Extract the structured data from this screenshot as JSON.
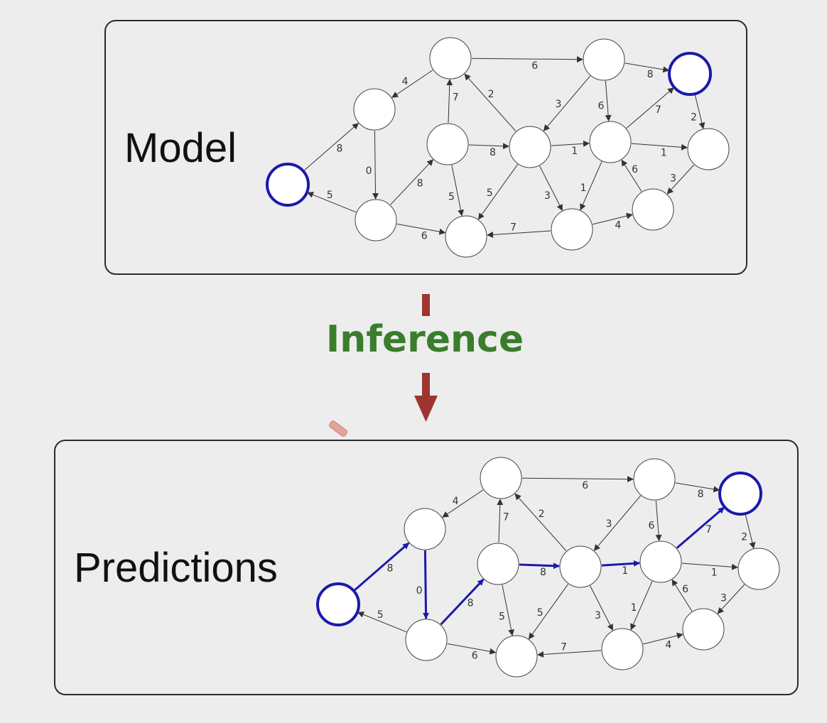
{
  "panels": {
    "model_title": "Model",
    "predictions_title": "Predictions"
  },
  "inference_label": "Inference",
  "colors": {
    "highlight": "#1a1aaa",
    "node_stroke": "#444444",
    "edge": "#333333",
    "inference_text": "#3a7d2c",
    "flow_arrow": "#9e3530"
  },
  "graph": {
    "nodes": [
      {
        "id": "A",
        "terminal": true
      },
      {
        "id": "B"
      },
      {
        "id": "C"
      },
      {
        "id": "D"
      },
      {
        "id": "E"
      },
      {
        "id": "F"
      },
      {
        "id": "G"
      },
      {
        "id": "H"
      },
      {
        "id": "I"
      },
      {
        "id": "J"
      },
      {
        "id": "K"
      },
      {
        "id": "L"
      },
      {
        "id": "M",
        "terminal": true
      },
      {
        "id": "N"
      }
    ],
    "edges": [
      {
        "from": "A",
        "to": "B",
        "label": "8"
      },
      {
        "from": "C",
        "to": "A",
        "label": "5"
      },
      {
        "from": "B",
        "to": "C",
        "label": "0"
      },
      {
        "from": "D",
        "to": "B",
        "label": "4"
      },
      {
        "from": "C",
        "to": "E",
        "label": "8"
      },
      {
        "from": "C",
        "to": "F",
        "label": "6"
      },
      {
        "from": "E",
        "to": "D",
        "label": "7"
      },
      {
        "from": "E",
        "to": "F",
        "label": "5"
      },
      {
        "from": "E",
        "to": "G",
        "label": "8"
      },
      {
        "from": "G",
        "to": "D",
        "label": "2"
      },
      {
        "from": "D",
        "to": "K",
        "label": "6"
      },
      {
        "from": "G",
        "to": "F",
        "label": "5"
      },
      {
        "from": "G",
        "to": "I",
        "label": "3"
      },
      {
        "from": "G",
        "to": "J",
        "label": "1"
      },
      {
        "from": "K",
        "to": "G",
        "label": "3"
      },
      {
        "from": "K",
        "to": "J",
        "label": "6"
      },
      {
        "from": "K",
        "to": "M",
        "label": "8"
      },
      {
        "from": "I",
        "to": "F",
        "label": "7"
      },
      {
        "from": "I",
        "to": "H",
        "label": "4"
      },
      {
        "from": "J",
        "to": "I",
        "label": "1"
      },
      {
        "from": "J",
        "to": "M",
        "label": "7"
      },
      {
        "from": "J",
        "to": "N",
        "label": "1"
      },
      {
        "from": "H",
        "to": "J",
        "label": "6"
      },
      {
        "from": "N",
        "to": "H",
        "label": "3"
      },
      {
        "from": "M",
        "to": "N",
        "label": "2"
      }
    ],
    "predicted_path": [
      "A",
      "B",
      "C",
      "E",
      "G",
      "J",
      "M"
    ]
  }
}
